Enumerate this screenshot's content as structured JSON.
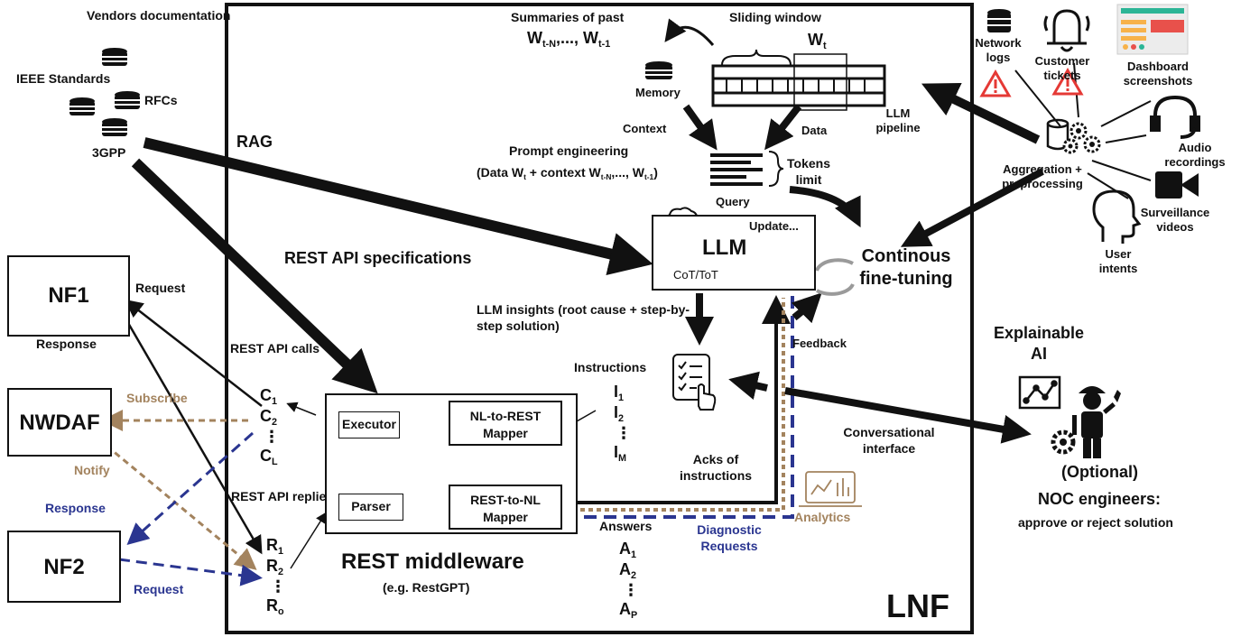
{
  "colors": {
    "black": "#111111",
    "brown": "#a3835e",
    "navy": "#2a3590",
    "gray": "#9a9a9a"
  },
  "sources": {
    "vendors": "Vendors documentation",
    "ieee": "IEEE Standards",
    "rfcs": "RFCs",
    "threegpp": "3GPP"
  },
  "rag_label": "RAG",
  "rest_api_spec_label": "REST API specifications",
  "network_functions": {
    "nf1": "NF1",
    "nwdaf": "NWDAF",
    "nf2": "NF2"
  },
  "messages": {
    "request_top": "Request",
    "response_top": "Response",
    "subscribe": "Subscribe",
    "notify": "Notify",
    "response_navy": "Response",
    "request_navy": "Request"
  },
  "calls": {
    "label": "REST API calls",
    "items": [
      "C",
      "C",
      "⋮",
      "C"
    ],
    "subs": [
      "1",
      "2",
      "",
      "L"
    ]
  },
  "replies": {
    "label": "REST API replies",
    "items": [
      "R",
      "R",
      "⋮",
      "R"
    ],
    "subs": [
      "1",
      "2",
      "",
      "o"
    ]
  },
  "middleware": {
    "executor": "Executor",
    "nl_to_rest": "NL-to-REST Mapper",
    "parser": "Parser",
    "rest_to_nl": "REST-to-NL Mapper",
    "title": "REST middleware",
    "subtitle": "(e.g. RestGPT)"
  },
  "lnf_label": "LNF",
  "memory": {
    "summaries": "Summaries of past",
    "w_past": "W",
    "w_past_sub_a": "t-N",
    "w_past_mid": ",..., W",
    "w_past_sub_b": "t-1",
    "memory_label": "Memory",
    "context_label": "Context"
  },
  "pipeline": {
    "sliding_window": "Sliding window",
    "wt": "W",
    "wt_sub": "t",
    "data_label": "Data",
    "llm_pipeline": "LLM pipeline"
  },
  "prompt": {
    "title": "Prompt engineering",
    "line": "(Data W",
    "line_sub_a": "t",
    "line_mid": " + context W",
    "line_sub_b": "t-N",
    "line_mid2": ",..., W",
    "line_sub_c": "t-1",
    "line_end": ")",
    "query": "Query",
    "tokens_limit": "Tokens limit"
  },
  "llm": {
    "label": "LLM",
    "update": "Update...",
    "cot": "CoT/ToT",
    "update_progress": 0.4
  },
  "finetune": "Continous fine-tuning",
  "insights": "LLM insights (root cause + step-by-step solution)",
  "instructions": {
    "label": "Instructions",
    "items": [
      "I",
      "I",
      "⋮",
      "I"
    ],
    "subs": [
      "1",
      "2",
      "",
      "M"
    ]
  },
  "feedback": "Feedback",
  "acks": "Acks of instructions",
  "conversational": "Conversational interface",
  "answers": {
    "label": "Answers",
    "items": [
      "A",
      "A",
      "⋮",
      "A"
    ],
    "subs": [
      "1",
      "2",
      "",
      "P"
    ]
  },
  "diagnostic": "Diagnostic Requests",
  "analytics": "Analytics",
  "inputs": {
    "network_logs": "Network logs",
    "customer_tickets": "Customer tickets",
    "dashboard": "Dashboard screenshots",
    "audio": "Audio recordings",
    "surveillance": "Surveillance videos",
    "user_intents": "User intents",
    "aggregation": "Aggregation + preprocessing"
  },
  "noc": {
    "xai": "Explainable AI",
    "optional": "(Optional)",
    "engineers": "NOC engineers:",
    "approve": "approve or reject solution"
  }
}
